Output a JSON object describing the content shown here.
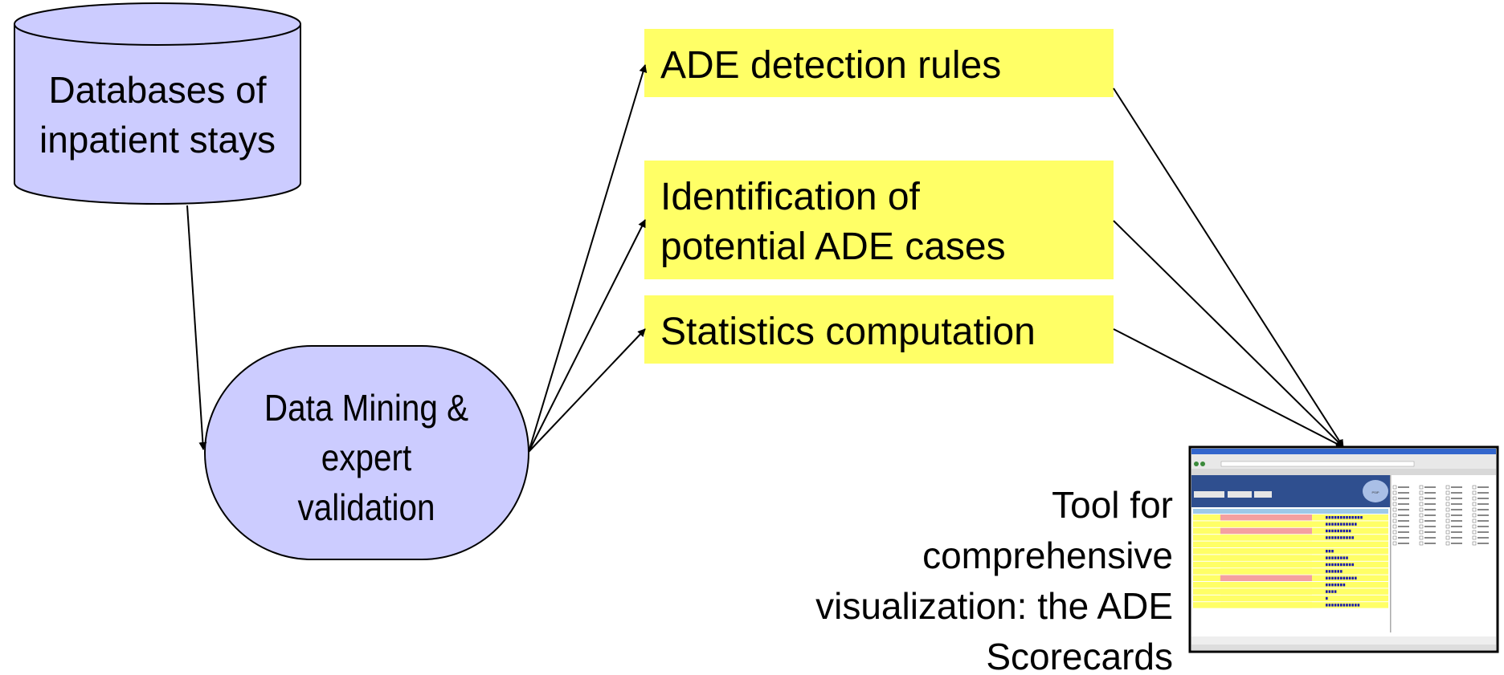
{
  "nodes": {
    "database": {
      "lines": [
        "Databases of",
        "inpatient stays"
      ],
      "fill": "#ccccff"
    },
    "mining": {
      "lines": [
        "Data Mining &",
        "expert",
        "validation"
      ],
      "fill": "#ccccff"
    },
    "rules": {
      "lines": [
        "ADE detection rules"
      ],
      "fill": "#ffff66"
    },
    "identification": {
      "lines": [
        "Identification of",
        "potential ADE cases"
      ],
      "fill": "#ffff66"
    },
    "statistics": {
      "lines": [
        "Statistics computation"
      ],
      "fill": "#ffff66"
    },
    "tool": {
      "lines": [
        "Tool for",
        "comprehensive",
        "visualization: the ADE",
        "Scorecards"
      ]
    }
  },
  "edges": [
    {
      "from": "database",
      "to": "mining"
    },
    {
      "from": "mining",
      "to": "rules"
    },
    {
      "from": "mining",
      "to": "identification"
    },
    {
      "from": "mining",
      "to": "statistics"
    },
    {
      "from": "rules",
      "to": "scorecard-screenshot"
    },
    {
      "from": "identification",
      "to": "scorecard-screenshot"
    },
    {
      "from": "statistics",
      "to": "scorecard-screenshot"
    }
  ],
  "screenshot": {
    "logo": "PSIP",
    "header_bg": "#2f4f8f",
    "title_bar_bg": "#3366cc"
  }
}
